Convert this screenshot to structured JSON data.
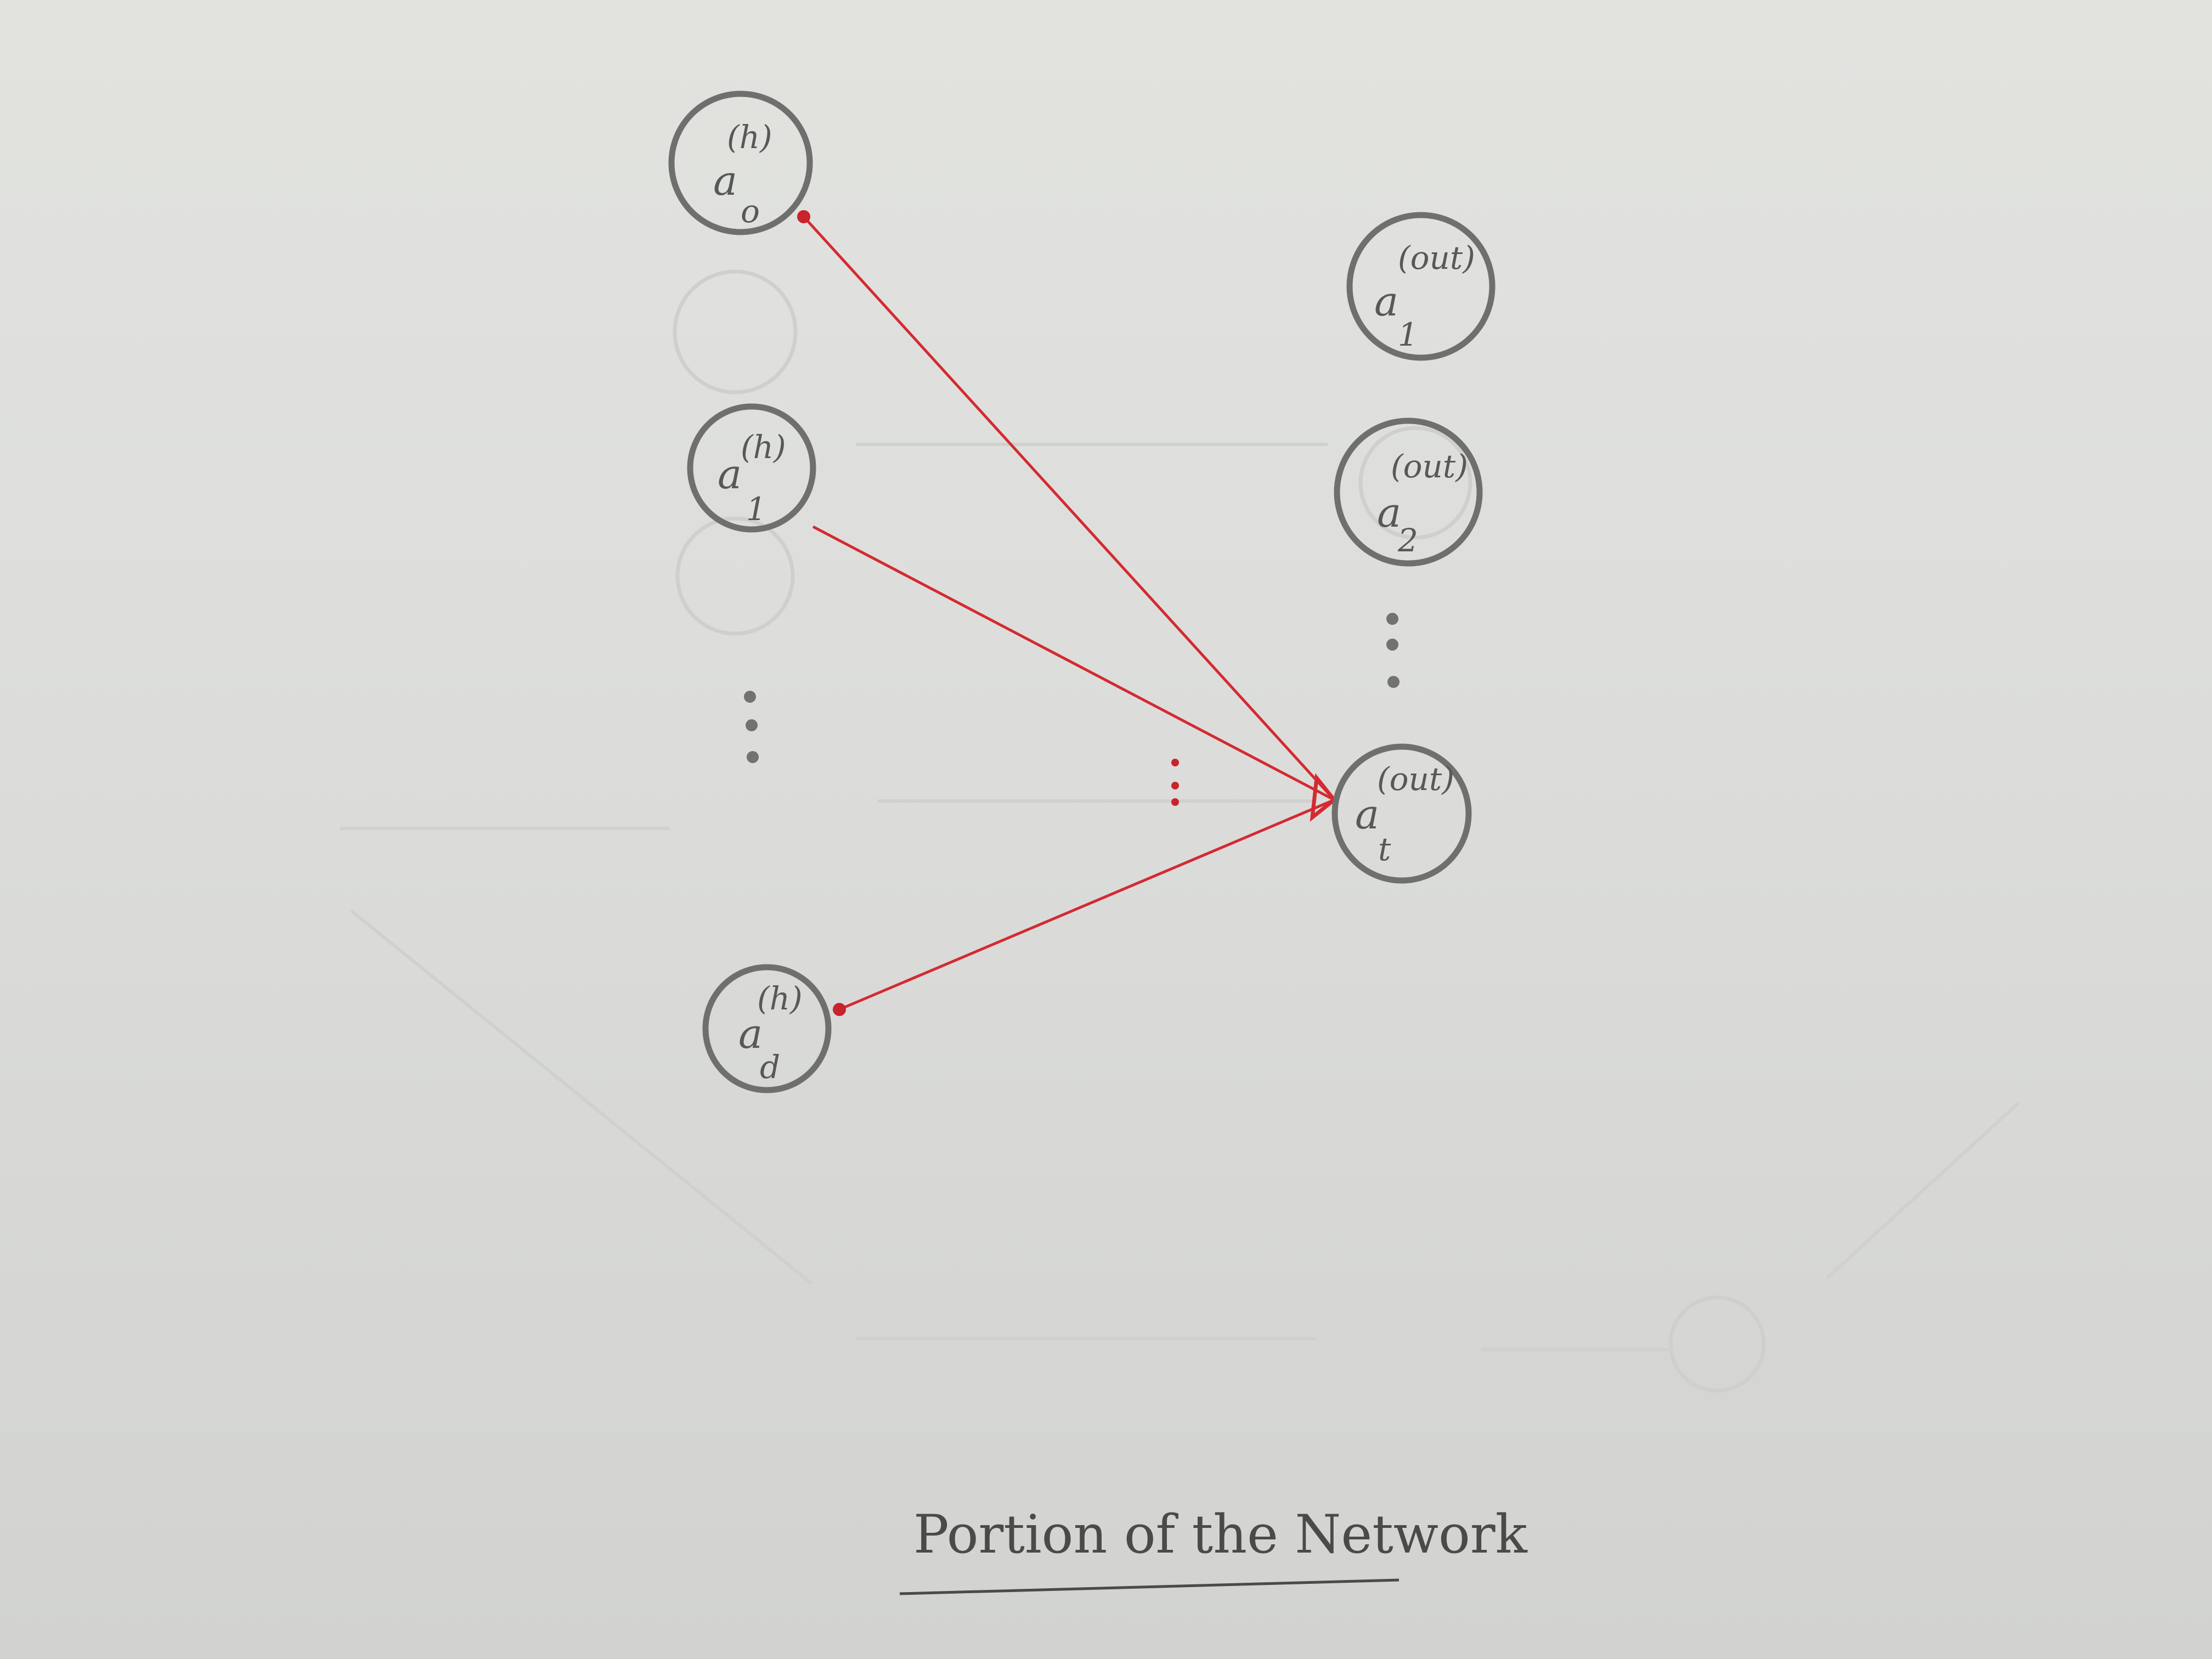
{
  "diagram": {
    "caption": "Portion of the Network",
    "symbol": "a",
    "nodes": [
      {
        "id": "h0",
        "sup": "(h)",
        "sub": "o"
      },
      {
        "id": "h1",
        "sup": "(h)",
        "sub": "1"
      },
      {
        "id": "hd",
        "sup": "(h)",
        "sub": "d"
      },
      {
        "id": "o1",
        "sup": "(out)",
        "sub": "1"
      },
      {
        "id": "o2",
        "sup": "(out)",
        "sub": "2"
      },
      {
        "id": "ot",
        "sup": "(out)",
        "sub": "t"
      }
    ],
    "edges": [
      {
        "from": "h0",
        "to": "ot"
      },
      {
        "from": "h1",
        "to": "ot"
      },
      {
        "from": "hd",
        "to": "ot"
      }
    ],
    "colors": {
      "edge": "#d42a31",
      "node_outline": "#6f706e",
      "paper": "#dfe0dd"
    }
  }
}
